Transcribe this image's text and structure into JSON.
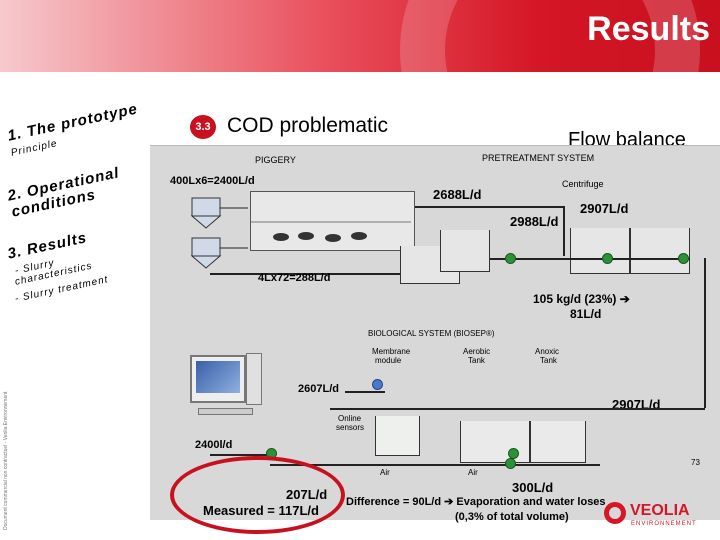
{
  "header": {
    "title": "Results"
  },
  "nav": {
    "item1": {
      "line1": "1. The prototype",
      "line2": "Principle"
    },
    "item2": {
      "line1": "2. Operational",
      "line2": "conditions"
    },
    "item3": {
      "line1": "3. Results",
      "line2": "- Slurry",
      "line3": "characteristics",
      "line4": "- Slurry treatment"
    }
  },
  "side_text": "Document commercial non contractuel - Veolia Environnement",
  "section": {
    "number": "3.3",
    "title": "COD problematic",
    "subtitle": "Flow balance"
  },
  "diagram": {
    "labels": {
      "piggery": "PIGGERY",
      "pretreatment": "PRETREATMENT SYSTEM",
      "centrifuge": "Centrifuge",
      "biological": "BIOLOGICAL SYSTEM (BIOSEP®)",
      "membrane_line1": "Membrane",
      "membrane_line2": "module",
      "aerobic_line1": "Aerobic",
      "aerobic_line2": "Tank",
      "anoxic_line1": "Anoxic",
      "anoxic_line2": "Tank",
      "online_line1": "Online",
      "online_line2": "sensors",
      "air1": "Air",
      "air2": "Air"
    },
    "flows": {
      "piggery_input": "400Lx6=2400L/d",
      "f2688": "2688L/d",
      "f2988": "2988L/d",
      "f2907_top": "2907L/d",
      "recycle": "4Lx72=288L/d",
      "cod_load": "105 kg/d (23%) ➔",
      "f81": "81L/d",
      "f2607": "2607L/d",
      "f2907_bio": "2907L/d",
      "f2400": "2400l/d",
      "f207": "207L/d",
      "measured": "Measured = 117L/d",
      "f300": "300L/d",
      "difference": "Difference = 90L/d ➔ Evaporation and water loses",
      "percent": "(0,3% of total volume)"
    }
  },
  "page_number": "73",
  "logo": {
    "word": "VEOLIA",
    "sub": "ENVIRONNEMENT"
  },
  "colors": {
    "accent": "#d41626",
    "pump_green": "#2f8f3a",
    "pump_blue": "#4b78c8",
    "diagram_bg": "#d8d8d8"
  }
}
